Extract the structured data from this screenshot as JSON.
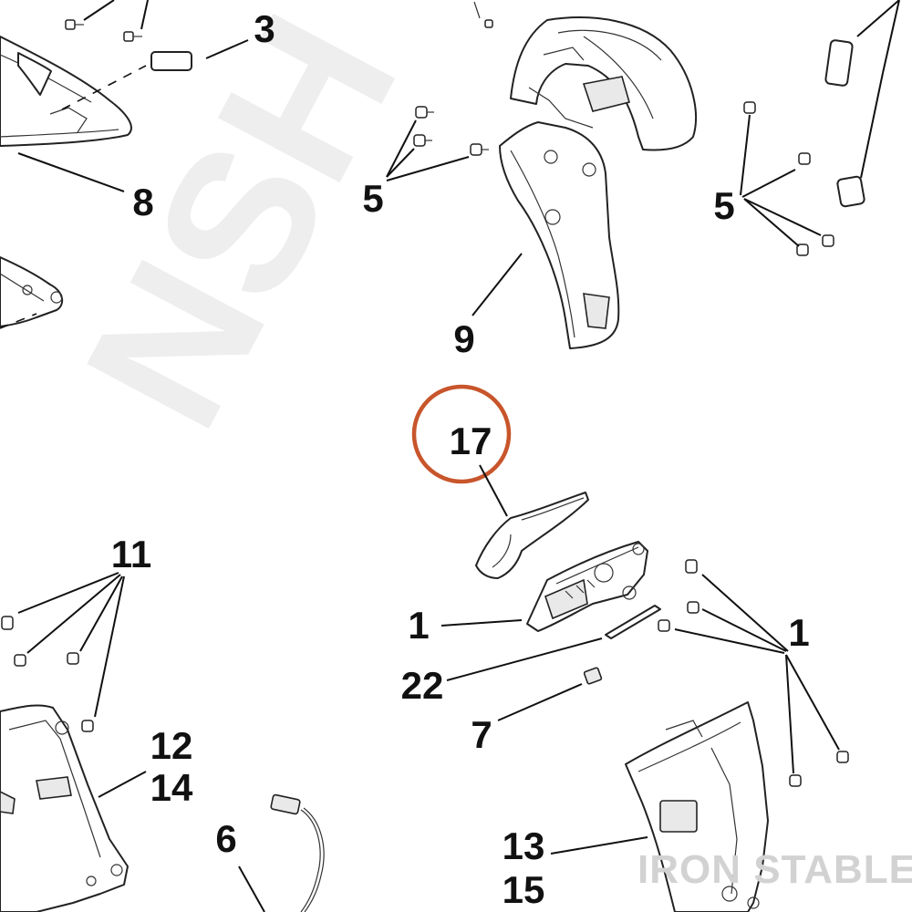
{
  "diagram": {
    "watermark_text": "NSH",
    "brand_mark": "IRON STABLE",
    "highlight_color": "#c8552b",
    "labels": [
      {
        "id": "label-3",
        "text": "3"
      },
      {
        "id": "label-8",
        "text": "8"
      },
      {
        "id": "label-5-center",
        "text": "5"
      },
      {
        "id": "label-9",
        "text": "9"
      },
      {
        "id": "label-5-right",
        "text": "5"
      },
      {
        "id": "label-17",
        "text": "17"
      },
      {
        "id": "label-1-left",
        "text": "1"
      },
      {
        "id": "label-11",
        "text": "11"
      },
      {
        "id": "label-1-right",
        "text": "1"
      },
      {
        "id": "label-22",
        "text": "22"
      },
      {
        "id": "label-7",
        "text": "7"
      },
      {
        "id": "label-12",
        "text": "12"
      },
      {
        "id": "label-14",
        "text": "14"
      },
      {
        "id": "label-6",
        "text": "6"
      },
      {
        "id": "label-13",
        "text": "13"
      },
      {
        "id": "label-15",
        "text": "15"
      }
    ]
  }
}
